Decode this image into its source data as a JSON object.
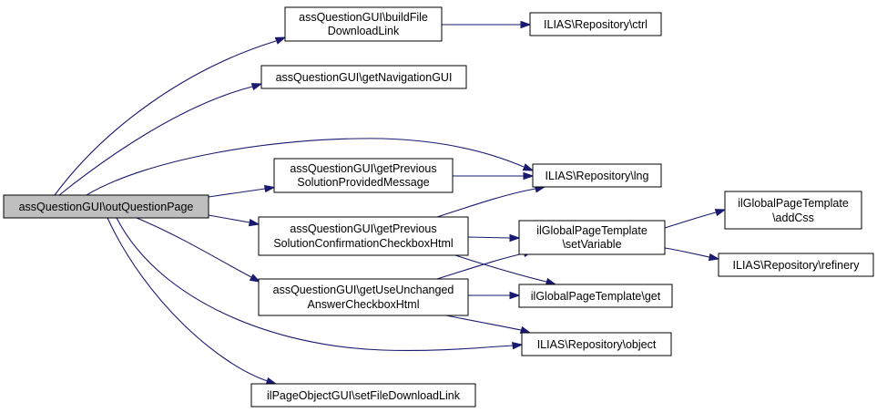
{
  "graph": {
    "nodes": {
      "root": {
        "lines": [
          "assQuestionGUI\\outQuestionPage"
        ]
      },
      "build_file": {
        "lines": [
          "assQuestionGUI\\buildFile",
          "DownloadLink"
        ]
      },
      "repo_ctrl": {
        "lines": [
          "ILIAS\\Repository\\ctrl"
        ]
      },
      "get_nav": {
        "lines": [
          "assQuestionGUI\\getNavigationGUI"
        ]
      },
      "get_prev_msg": {
        "lines": [
          "assQuestionGUI\\getPrevious",
          "SolutionProvidedMessage"
        ]
      },
      "repo_lng": {
        "lines": [
          "ILIAS\\Repository\\lng"
        ]
      },
      "get_prev_chk": {
        "lines": [
          "assQuestionGUI\\getPrevious",
          "SolutionConfirmationCheckboxHtml"
        ]
      },
      "tpl_setvar": {
        "lines": [
          "ilGlobalPageTemplate",
          "\\setVariable"
        ]
      },
      "tpl_addcss": {
        "lines": [
          "ilGlobalPageTemplate",
          "\\addCss"
        ]
      },
      "repo_refinery": {
        "lines": [
          "ILIAS\\Repository\\refinery"
        ]
      },
      "get_unchanged": {
        "lines": [
          "assQuestionGUI\\getUseUnchanged",
          "AnswerCheckboxHtml"
        ]
      },
      "tpl_get": {
        "lines": [
          "ilGlobalPageTemplate\\get"
        ]
      },
      "repo_object": {
        "lines": [
          "ILIAS\\Repository\\object"
        ]
      },
      "set_file_link": {
        "lines": [
          "ilPageObjectGUI\\setFileDownloadLink"
        ]
      }
    }
  }
}
